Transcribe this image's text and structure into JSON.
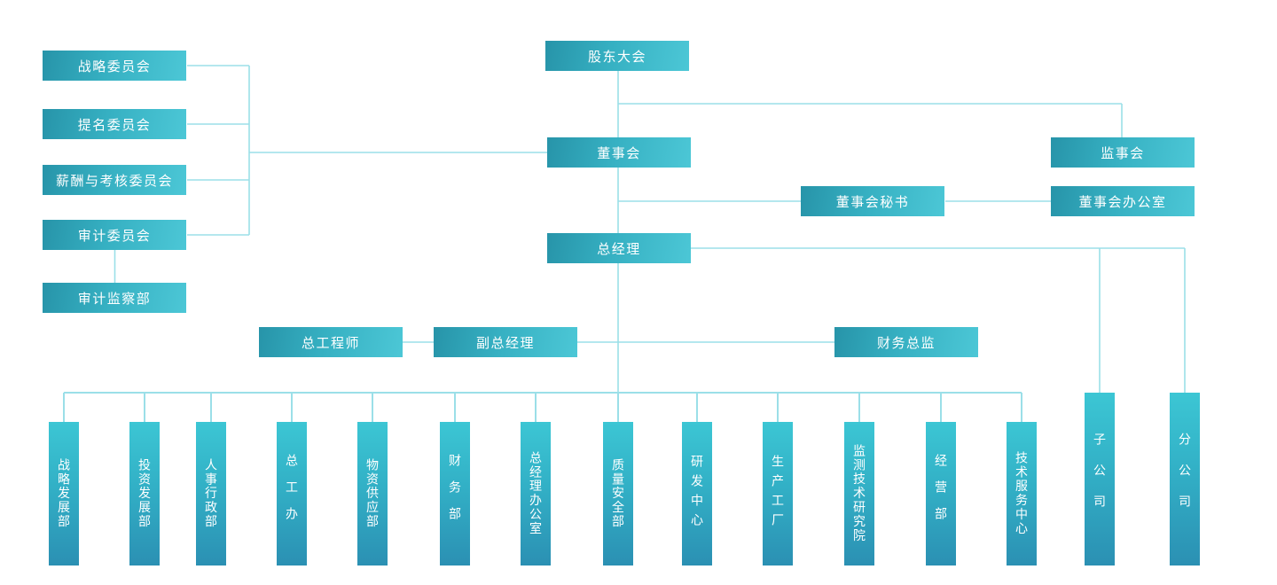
{
  "colors": {
    "box_gradient_dark": "#2794a9",
    "box_gradient_light": "#4cc7d6",
    "vbox_gradient_top": "#3cc6d4",
    "vbox_gradient_bottom": "#2b90b3",
    "connector": "#9bdfe8",
    "text": "#ffffff",
    "background": "#ffffff"
  },
  "nodes": {
    "shareholders_meeting": "股东大会",
    "strategy_committee": "战略委员会",
    "nomination_committee": "提名委员会",
    "remuneration_committee": "薪酬与考核委员会",
    "audit_committee": "审计委员会",
    "audit_supervision_dept": "审计监察部",
    "board_of_directors": "董事会",
    "supervisory_board": "监事会",
    "board_secretary": "董事会秘书",
    "board_office": "董事会办公室",
    "general_manager": "总经理",
    "chief_engineer": "总工程师",
    "deputy_general_manager": "副总经理",
    "finance_director": "财务总监",
    "subsidiary_company": "子公司",
    "branch_company": "分公司"
  },
  "departments": [
    "战略发展部",
    "投资发展部",
    "人事行政部",
    "总工办",
    "物资供应部",
    "财务部",
    "总经理办公室",
    "质量安全部",
    "研发中心",
    "生产工厂",
    "监测技术研究院",
    "经营部",
    "技术服务中心"
  ]
}
